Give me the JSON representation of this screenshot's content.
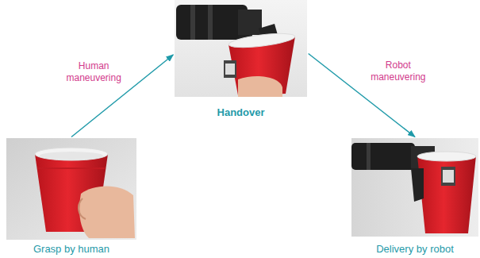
{
  "diagram": {
    "nodes": [
      {
        "text": [
          "Grasp by human"
        ]
      },
      {
        "text": [
          "Handover"
        ]
      },
      {
        "text": [
          "Delivery by robot"
        ]
      }
    ],
    "edges": [
      {
        "from": 0,
        "to": 1,
        "arrow": "to",
        "label": "Human maneuvering"
      },
      {
        "from": 1,
        "to": 2,
        "arrow": "to",
        "label": "Robot maneuvering"
      }
    ]
  }
}
